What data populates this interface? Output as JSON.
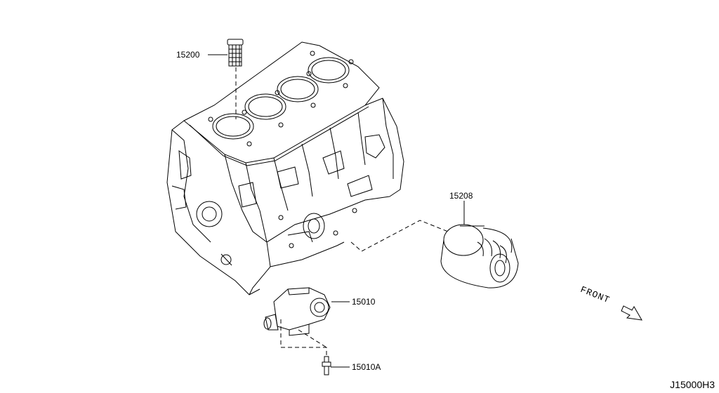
{
  "parts": [
    {
      "id": "p15200",
      "number": "15200"
    },
    {
      "id": "p15208",
      "number": "15208"
    },
    {
      "id": "p15010",
      "number": "15010"
    },
    {
      "id": "p15010A",
      "number": "15010A"
    }
  ],
  "direction_label": "FRONT",
  "diagram_code": "J15000H3"
}
